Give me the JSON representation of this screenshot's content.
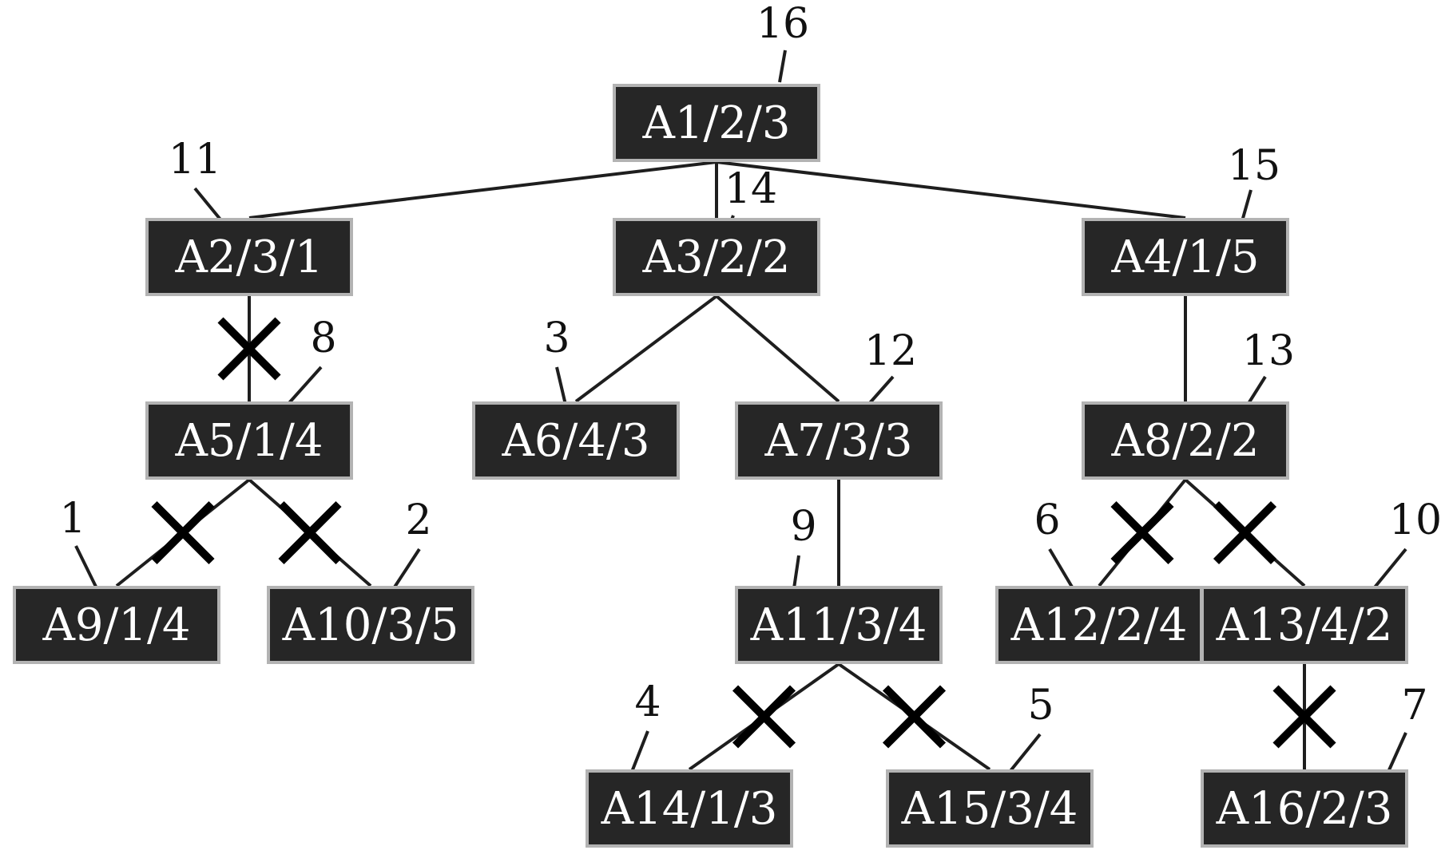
{
  "nodes": {
    "A1": "A1/2/3",
    "A2": "A2/3/1",
    "A3": "A3/2/2",
    "A4": "A4/1/5",
    "A5": "A5/1/4",
    "A6": "A6/4/3",
    "A7": "A7/3/3",
    "A8": "A8/2/2",
    "A9": "A9/1/4",
    "A10": "A10/3/5",
    "A11": "A11/3/4",
    "A12": "A12/2/4",
    "A13": "A13/4/2",
    "A14": "A14/1/3",
    "A15": "A15/3/4",
    "A16": "A16/2/3"
  },
  "order_labels": {
    "A1": "16",
    "A2": "11",
    "A3": "14",
    "A4": "15",
    "A5": "8",
    "A6": "3",
    "A7": "12",
    "A8": "13",
    "A9": "1",
    "A10": "2",
    "A11": "9",
    "A12": "6",
    "A13": "10",
    "A14": "4",
    "A15": "5",
    "A16": "7"
  },
  "edges": [
    {
      "from": "A1",
      "to": "A2",
      "cut": false
    },
    {
      "from": "A1",
      "to": "A3",
      "cut": false
    },
    {
      "from": "A1",
      "to": "A4",
      "cut": false
    },
    {
      "from": "A2",
      "to": "A5",
      "cut": true
    },
    {
      "from": "A3",
      "to": "A6",
      "cut": false
    },
    {
      "from": "A3",
      "to": "A7",
      "cut": false
    },
    {
      "from": "A4",
      "to": "A8",
      "cut": false
    },
    {
      "from": "A5",
      "to": "A9",
      "cut": true
    },
    {
      "from": "A5",
      "to": "A10",
      "cut": true
    },
    {
      "from": "A7",
      "to": "A11",
      "cut": false
    },
    {
      "from": "A8",
      "to": "A12",
      "cut": true
    },
    {
      "from": "A8",
      "to": "A13",
      "cut": true
    },
    {
      "from": "A11",
      "to": "A14",
      "cut": true
    },
    {
      "from": "A11",
      "to": "A15",
      "cut": true
    },
    {
      "from": "A13",
      "to": "A16",
      "cut": true
    }
  ]
}
